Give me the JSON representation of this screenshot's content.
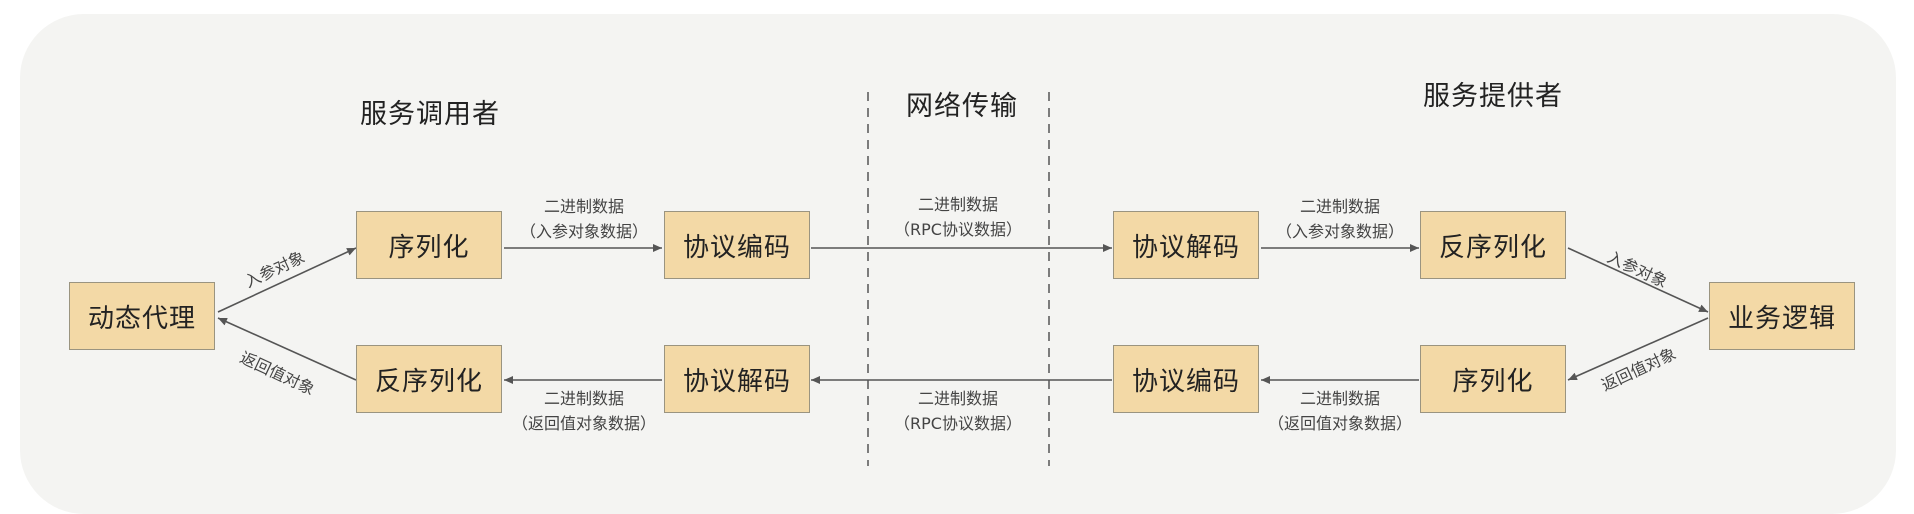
{
  "sections": {
    "consumer": "服务调用者",
    "network": "网络传输",
    "provider": "服务提供者"
  },
  "nodes": {
    "dynamic_proxy": "动态代理",
    "serialize_left": "序列化",
    "encode_left": "协议编码",
    "deserialize_left": "反序列化",
    "decode_left": "协议解码",
    "decode_right": "协议解码",
    "deserialize_right": "反序列化",
    "business_logic": "业务逻辑",
    "encode_right": "协议编码",
    "serialize_right": "序列化"
  },
  "edge_labels": {
    "params_obj": "入参对象",
    "return_obj": "返回值对象",
    "binary": "二进制数据",
    "params_data": "（入参对象数据）",
    "rpc_data": "（RPC协议数据）",
    "return_data": "（返回值对象数据）"
  },
  "colors": {
    "box_fill": "#f3d9a6",
    "box_border": "#9a9480",
    "panel": "#f4f4f2",
    "arrow": "#555555"
  }
}
